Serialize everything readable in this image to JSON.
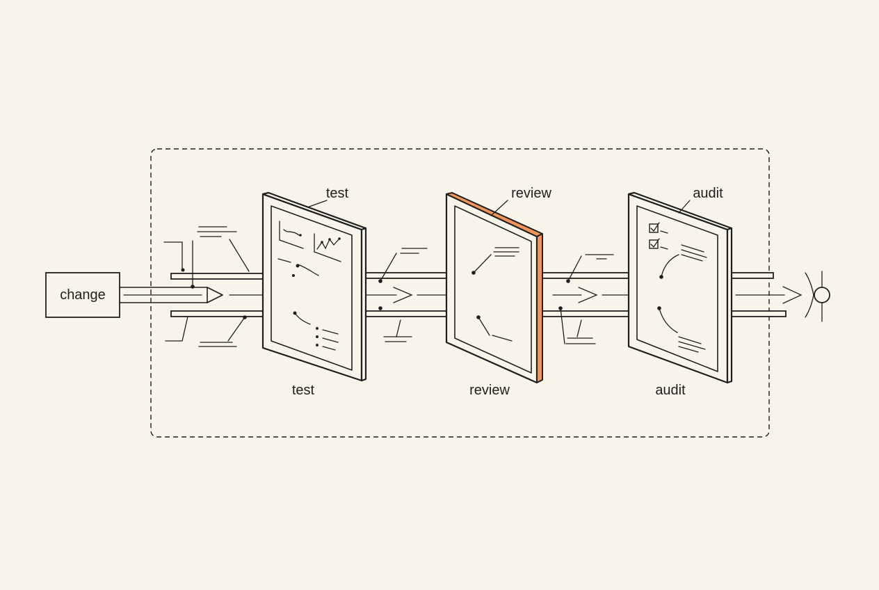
{
  "diagram": {
    "source_label": "change",
    "stages": [
      {
        "id": "test",
        "top_label": "test",
        "bottom_label": "test"
      },
      {
        "id": "review",
        "top_label": "review",
        "bottom_label": "review"
      },
      {
        "id": "audit",
        "top_label": "audit",
        "bottom_label": "audit"
      }
    ],
    "colors": {
      "background": "#f7f4ea",
      "ink": "#1e1e1e",
      "highlight": "#f0955a"
    }
  }
}
